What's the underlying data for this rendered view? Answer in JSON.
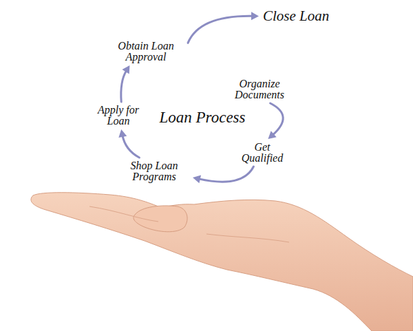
{
  "diagram": {
    "title": "Loan Process",
    "nodes": [
      {
        "text": [
          "Organize Documents"
        ]
      },
      {
        "text": [
          "Get Qualified"
        ]
      },
      {
        "text": [
          "Shop Loan Programs"
        ]
      },
      {
        "text": [
          "Apply for Loan"
        ]
      },
      {
        "text": [
          "Obtain Loan Approval"
        ]
      },
      {
        "text": [
          "Close Loan"
        ]
      }
    ],
    "edges": [
      {
        "from": 0,
        "to": 1,
        "arrow": "to"
      },
      {
        "from": 1,
        "to": 2,
        "arrow": "to"
      },
      {
        "from": 2,
        "to": 3,
        "arrow": "to"
      },
      {
        "from": 3,
        "to": 4,
        "arrow": "to"
      },
      {
        "from": 4,
        "to": 5,
        "arrow": "to"
      }
    ]
  }
}
